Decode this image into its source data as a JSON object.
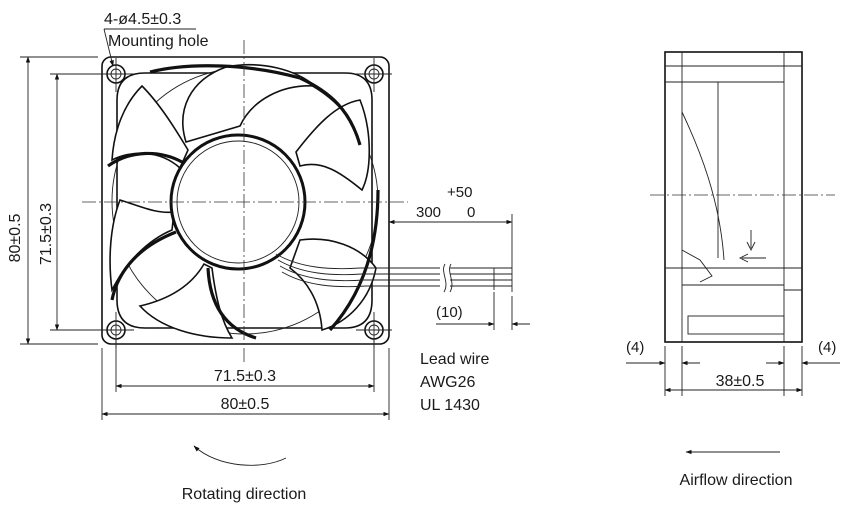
{
  "front_view": {
    "hole_spec": "4-ø4.5±0.3",
    "hole_label": "Mounting hole",
    "dim_height_outer": "80±0.5",
    "dim_height_pitch": "71.5±0.3",
    "dim_width_pitch": "71.5±0.3",
    "dim_width_outer": "80±0.5",
    "rotating_label": "Rotating direction"
  },
  "lead": {
    "tol_plus": "+50",
    "length": "300",
    "tol_zero": "0",
    "strip_len": "(10)",
    "line1": "Lead wire",
    "line2": "AWG26",
    "line3": "UL 1430"
  },
  "side_view": {
    "dim_left": "(4)",
    "dim_right": "(4)",
    "dim_depth": "38±0.5",
    "airflow_label": "Airflow direction"
  }
}
